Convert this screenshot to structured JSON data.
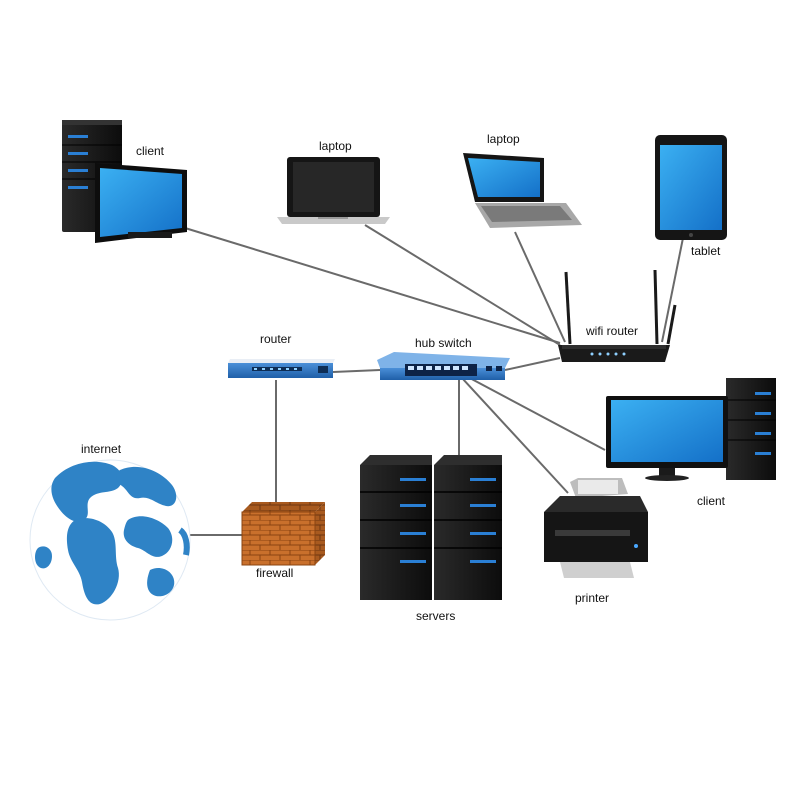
{
  "labels": {
    "client_top": "client",
    "laptop_center": "laptop",
    "laptop_right": "laptop",
    "tablet": "tablet",
    "wifi_router": "wifi router",
    "router": "router",
    "hub_switch": "hub switch",
    "internet": "internet",
    "firewall": "firewall",
    "servers": "servers",
    "printer": "printer",
    "client_right": "client"
  },
  "colors": {
    "screen_blue": "#1d8fe0",
    "device_black": "#151515",
    "accent_blue": "#2a7fd4",
    "cable_gray": "#707070",
    "brick": "#c9702c",
    "globe_blue": "#2f83c6"
  },
  "icons": [
    "desktop-computer-icon",
    "laptop-icon",
    "tablet-icon",
    "wifi-router-icon",
    "router-icon",
    "hub-switch-icon",
    "globe-icon",
    "firewall-icon",
    "server-icon",
    "printer-icon"
  ]
}
